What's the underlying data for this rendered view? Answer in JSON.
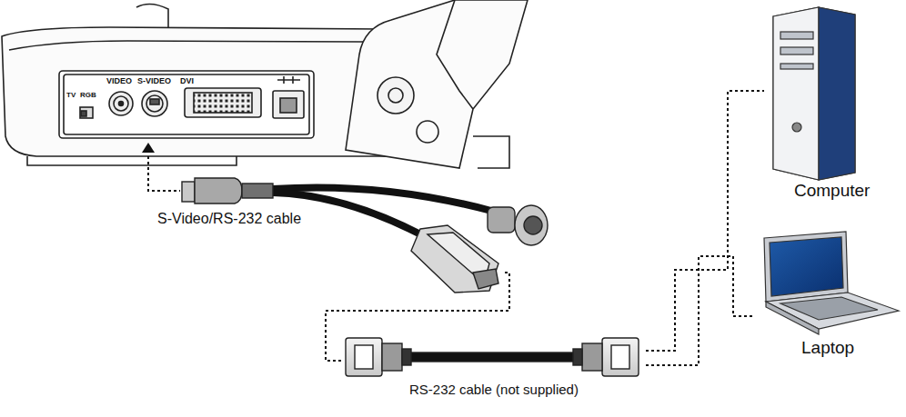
{
  "diagram": {
    "nodes": [
      {
        "text": [
          "S-Video/RS-232 cable"
        ]
      },
      {
        "text": [
          "RS-232 cable (not supplied)"
        ]
      },
      {
        "text": [
          "Computer"
        ]
      },
      {
        "text": [
          "Laptop"
        ]
      }
    ],
    "edges": [
      {
        "from": 0,
        "to": 1,
        "arrow": "none"
      },
      {
        "from": 1,
        "to": 2,
        "arrow": "none"
      },
      {
        "from": 1,
        "to": 3,
        "arrow": "none"
      }
    ],
    "labels": [
      "TV",
      "RGB",
      "VIDEO",
      "S-VIDEO",
      "DVI"
    ]
  }
}
